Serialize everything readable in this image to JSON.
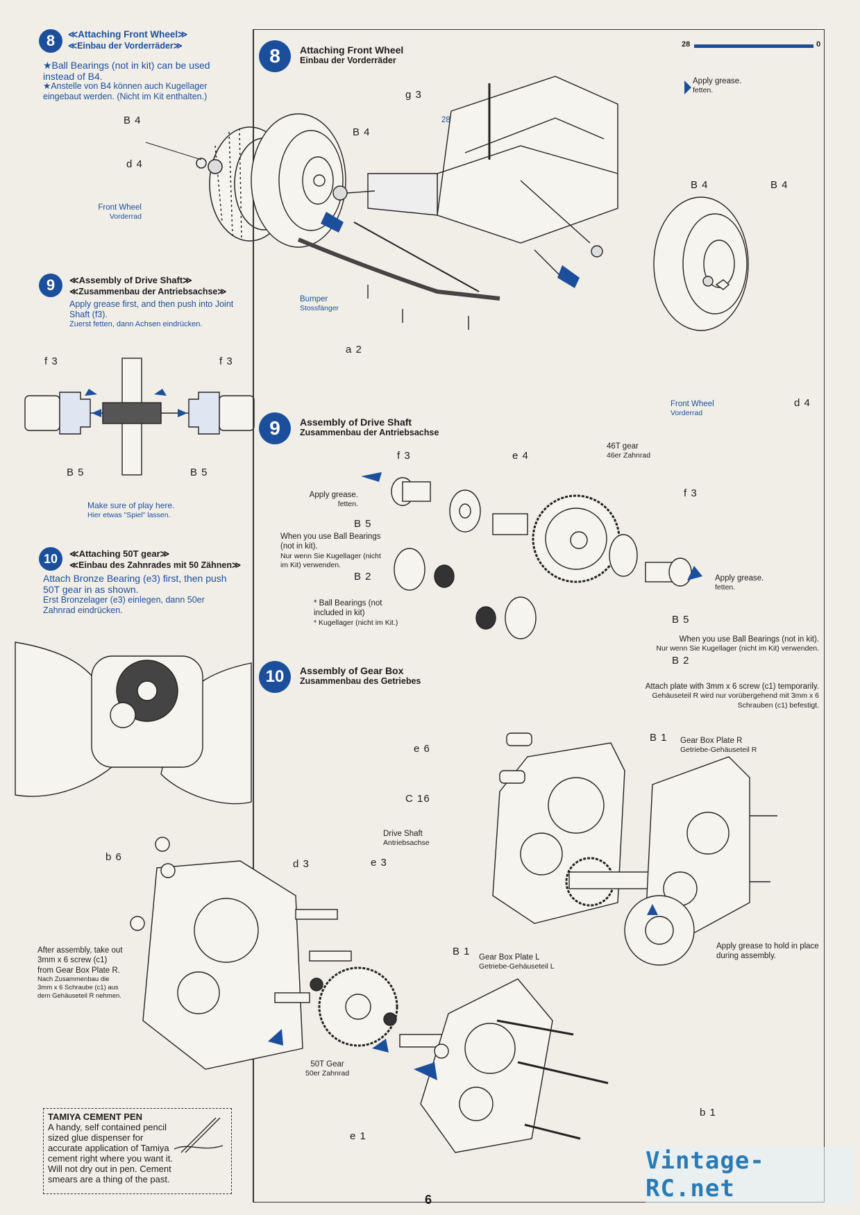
{
  "left": {
    "s8": {
      "num": "8",
      "title": "≪Attaching Front Wheel≫",
      "title_de": "≪Einbau der Vorderräder≫",
      "note_en": "★Ball Bearings (not in kit) can be used instead of B4.",
      "note_de": "★Anstelle von B4 können auch Kugellager eingebaut werden. (Nicht im Kit enthalten.)",
      "lbl_b4": "B 4",
      "lbl_d4": "d 4",
      "front_wheel": "Front Wheel",
      "front_wheel_de": "Vorderrad"
    },
    "s9": {
      "num": "9",
      "title": "≪Assembly of Drive Shaft≫",
      "title_de": "≪Zusammenbau der Antriebsachse≫",
      "note_en": "Apply grease first, and then push into Joint Shaft (f3).",
      "note_de": "Zuerst fetten, dann Achsen eindrücken.",
      "lbl_f3a": "f 3",
      "lbl_f3b": "f 3",
      "lbl_b5a": "B 5",
      "lbl_b5b": "B 5",
      "play_en": "Make sure of play here.",
      "play_de": "Hier etwas \"Spiel\" lassen."
    },
    "s10": {
      "num": "10",
      "title": "≪Attaching 50T gear≫",
      "title_de": "≪Einbau des Zahnrades mit 50 Zähnen≫",
      "note_en": "Attach Bronze Bearing (e3) first, then push 50T gear in as shown.",
      "note_de": "Erst Bronzelager (e3) einlegen, dann 50er Zahnrad eindrücken."
    },
    "after_en": "After assembly, take out 3mm x 6 screw (c1) from Gear Box Plate R.",
    "after_de": "Nach Zusammenbau die 3mm x 6 Schraube (c1) aus dem Gehäuseteil R nehmen.",
    "cement_title": "TAMIYA CEMENT PEN",
    "cement_text": "A handy, self contained pencil sized glue dispenser for accurate application of Tamiya cement right where you want it. Will not dry out in pen. Cement smears are a thing of the past."
  },
  "right": {
    "s8": {
      "num": "8",
      "title": "Attaching Front Wheel",
      "title_de": "Einbau der Vorderräder",
      "g3": "g 3",
      "mm28": "28mm",
      "b4a": "B 4",
      "b4b": "B 4",
      "b4c": "B 4",
      "grease": "Apply grease.",
      "grease_de": "fetten.",
      "bumper": "Bumper",
      "bumper_de": "Stossfänger",
      "a2": "a 2",
      "front_wheel": "Front Wheel",
      "front_wheel_de": "Vorderrad",
      "d4": "d 4",
      "scale_28": "28",
      "scale_0": "0"
    },
    "s9": {
      "num": "9",
      "title": "Assembly of Drive Shaft",
      "title_de": "Zusammenbau der Antriebsachse",
      "f3a": "f 3",
      "e4": "e 4",
      "gear46": "46T gear",
      "gear46_de": "46er Zahnrad",
      "f3b": "f 3",
      "grease_l": "Apply grease.",
      "grease_l_de": "fetten.",
      "b5a": "B 5",
      "when_en": "When you use Ball Bearings (not in kit).",
      "when_de": "Nur wenn Sie Kugellager (nicht im Kit) verwenden.",
      "b2a": "B 2",
      "bb_en": "* Ball Bearings (not included in kit)",
      "bb_de": "* Kugellager (nicht im Kit.)",
      "grease_r": "Apply grease.",
      "grease_r_de": "fetten.",
      "b5b": "B 5",
      "when2_en": "When you use Ball Bearings (not in kit).",
      "when2_de": "Nur wenn Sie Kugellager (nicht im Kit) verwenden.",
      "b2b": "B 2"
    },
    "s10": {
      "num": "10",
      "title": "Assembly of Gear Box",
      "title_de": "Zusammenbau des Getriebes",
      "attach_en": "Attach plate with 3mm x 6 screw (c1) temporarily.",
      "attach_de": "Gehäuseteil R wird nur vorübergehend mit 3mm x 6 Schrauben (c1) befestigt.",
      "e6": "e 6",
      "c16": "C 16",
      "b1a": "B 1",
      "gbr": "Gear Box Plate R",
      "gbr_de": "Getriebe-Gehäuseteil R",
      "drive": "Drive Shaft",
      "drive_de": "Antriebsachse",
      "b6": "b 6",
      "d3": "d 3",
      "e3": "e 3",
      "b1b": "B 1",
      "gbl": "Gear Box Plate L",
      "gbl_de": "Getriebe-Gehäuseteil L",
      "grease_en": "Apply grease to hold in place during assembly.",
      "gear50": "50T Gear",
      "gear50_de": "50er Zahnrad",
      "e1": "e 1",
      "b1c": "b 1"
    }
  },
  "page_number": "6",
  "watermark": "Vintage-RC.net"
}
